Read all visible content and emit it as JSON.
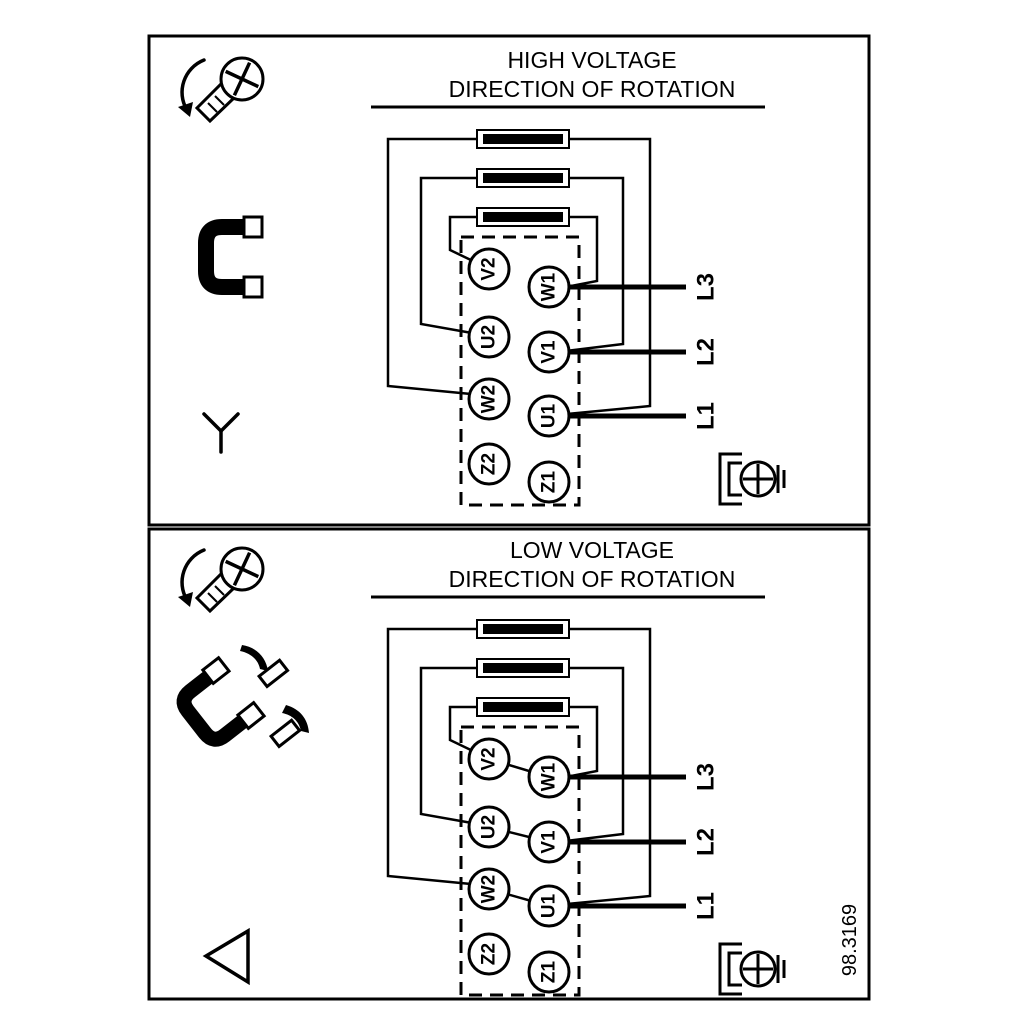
{
  "figure": {
    "number": "98.3169"
  },
  "colors": {
    "ink": "#000000",
    "background": "#ffffff"
  },
  "panels": [
    {
      "title1": "HIGH VOLTAGE",
      "title2": "DIRECTION OF ROTATION",
      "connection": "star",
      "terminals": {
        "left": [
          "V2",
          "U2",
          "W2",
          "Z2"
        ],
        "right": [
          "W1",
          "V1",
          "U1",
          "Z1"
        ]
      },
      "supply": [
        "L3",
        "L2",
        "L1"
      ],
      "icons": [
        "screw-rotation-icon",
        "jumper-link-icon",
        "star-symbol-icon",
        "earth-terminal-icon"
      ]
    },
    {
      "title1": "LOW VOLTAGE",
      "title2": "DIRECTION OF ROTATION",
      "connection": "delta",
      "terminals": {
        "left": [
          "V2",
          "U2",
          "W2",
          "Z2"
        ],
        "right": [
          "W1",
          "V1",
          "U1",
          "Z1"
        ]
      },
      "supply": [
        "L3",
        "L2",
        "L1"
      ],
      "icons": [
        "screw-rotation-icon",
        "remove-links-icon",
        "delta-symbol-icon",
        "earth-terminal-icon"
      ]
    }
  ]
}
